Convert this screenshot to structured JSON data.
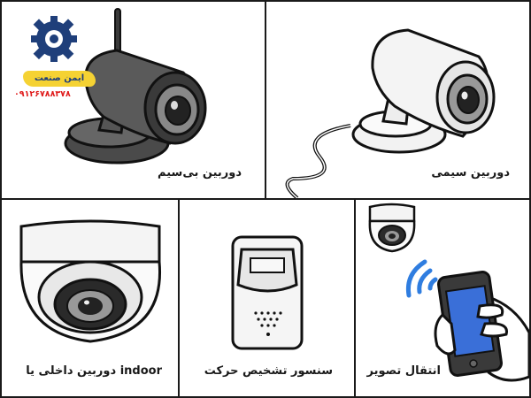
{
  "panels": [
    {
      "caption": "دوربین بی‌سیم"
    },
    {
      "caption": "دوربین سیمی"
    },
    {
      "caption": "دوربین داخلی یا indoor"
    },
    {
      "caption": "سنسور تشخیص حرکت"
    },
    {
      "caption": "انتقال تصویر"
    }
  ],
  "logo": {
    "brand": "ایمن صنعت",
    "phone": "۰۹۱۲۶۷۸۸۳۷۸",
    "icon": "gear-icon"
  },
  "colors": {
    "border": "#1a1a1a",
    "logo_blue": "#1f3f7a",
    "logo_yellow": "#f5d233",
    "phone_red": "#e01c1c",
    "dark_camera": "#555555",
    "phone_screen": "#3a6fd8",
    "signal": "#2f7de0"
  }
}
